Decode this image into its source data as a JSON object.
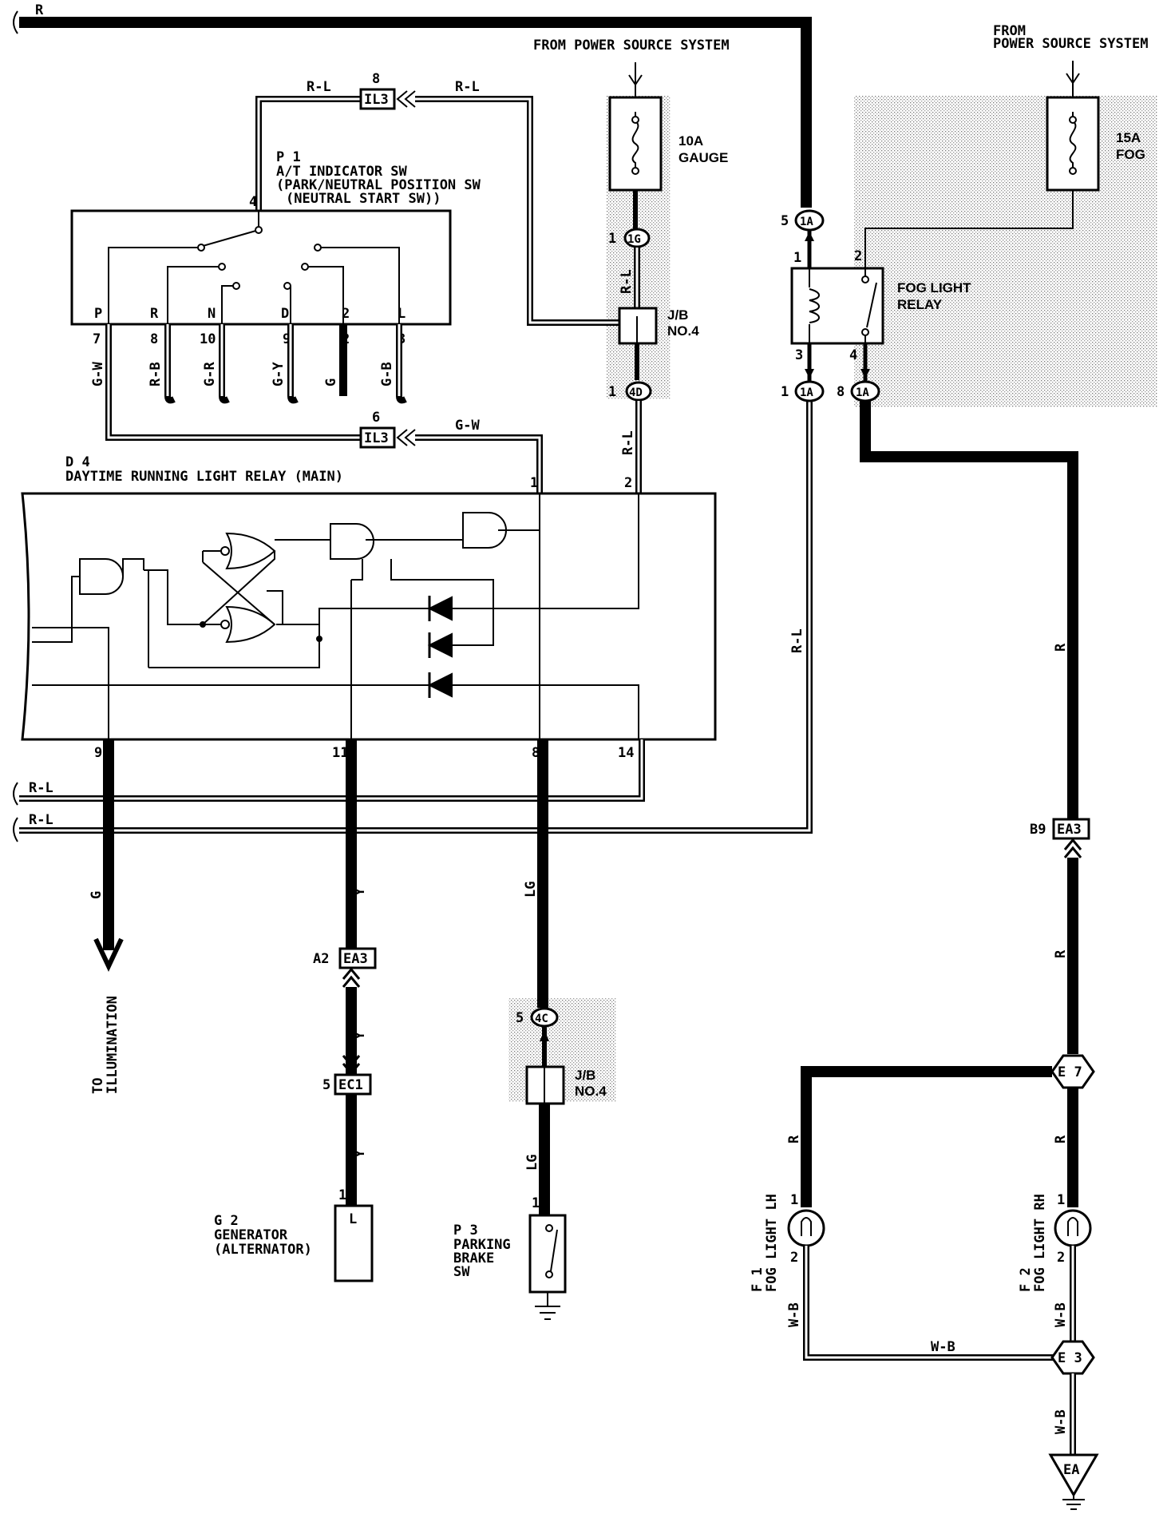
{
  "labels": {
    "wire_r_top": "R",
    "power_source_left": "FROM POWER SOURCE SYSTEM",
    "power_source_right_1": "FROM",
    "power_source_right_2": "POWER SOURCE SYSTEM",
    "fuse_gauge_amp": "10A",
    "fuse_gauge_name": "GAUGE",
    "fuse_fog_amp": "15A",
    "fuse_fog_name": "FOG",
    "rl_top_left": "R-L",
    "rl_top_right": "R-L",
    "il3_pin_top": "8",
    "il3": "IL3",
    "p1_id": "P 1",
    "p1_name1": "A/T INDICATOR SW",
    "p1_name2": "(PARK/NEUTRAL POSITION SW",
    "p1_name3": "(NEUTRAL START SW))",
    "p1_pin4": "4",
    "sw_P": "P",
    "sw_R": "R",
    "sw_N": "N",
    "sw_D": "D",
    "sw_2": "2",
    "sw_L": "L",
    "pin_7": "7",
    "pin_8": "8",
    "pin_10": "10",
    "pin_9": "9",
    "pin_2": "2",
    "pin_3": "3",
    "wire_gw": "G-W",
    "wire_rb": "R-B",
    "wire_gr": "G-R",
    "wire_gy": "G-Y",
    "wire_g": "G",
    "wire_gb": "G-B",
    "il3_pin_mid": "6",
    "wire_gw2": "G-W",
    "conn_1g_pin": "1",
    "conn_1g": "1G",
    "wire_rl_jb": "R-L",
    "jb_top_1": "J/B",
    "jb_top_2": "NO.4",
    "conn_4d_pin": "1",
    "conn_4d": "4D",
    "wire_rl_d4": "R-L",
    "d4_id": "D 4",
    "d4_name": "DAYTIME RUNNING LIGHT RELAY (MAIN)",
    "d4_pin1": "1",
    "d4_pin2": "2",
    "d4_pin9": "9",
    "d4_pin11": "11",
    "d4_pin8": "8",
    "d4_pin14": "14",
    "wire_rl_a": "R-L",
    "wire_rl_b": "R-L",
    "wire_g_illum": "G",
    "illum_1": "TO",
    "illum_2": "ILLUMINATION",
    "wire_y1": "Y",
    "ea3_a2_pin": "A2",
    "ea3": "EA3",
    "wire_y2": "Y",
    "ec1_pin": "5",
    "ec1": "EC1",
    "wire_y3": "Y",
    "g2_pin": "1",
    "g2_term": "L",
    "g2_id": "G 2",
    "g2_name1": "GENERATOR",
    "g2_name2": "(ALTERNATOR)",
    "wire_lg1": "LG",
    "conn_4c_pin": "5",
    "conn_4c": "4C",
    "jb_bot_1": "J/B",
    "jb_bot_2": "NO.4",
    "wire_lg2": "LG",
    "p3_pin": "1",
    "p3_id": "P 3",
    "p3_name1": "PARKING",
    "p3_name2": "BRAKE",
    "p3_name3": "SW",
    "conn_1a_top_pin": "5",
    "conn_1a": "1A",
    "relay_pin1": "1",
    "relay_pin2": "2",
    "relay_pin3": "3",
    "relay_pin4": "4",
    "relay_name1": "FOG LIGHT",
    "relay_name2": "RELAY",
    "conn_1a_b1_pin": "1",
    "conn_1a_b8_pin": "8",
    "wire_rl_long": "R-L",
    "wire_r_mid": "R",
    "ea3_b9_pin": "B9",
    "ea3_b": "EA3",
    "wire_r_low": "R",
    "e7": "E 7",
    "wire_r_lh": "R",
    "wire_r_rh": "R",
    "f1_pin1": "1",
    "f1_pin2": "2",
    "f1_id": "F 1",
    "f1_name": "FOG LIGHT LH",
    "f2_pin1": "1",
    "f2_pin2": "2",
    "f2_id": "F 2",
    "f2_name": "FOG LIGHT RH",
    "wire_wb_lh": "W-B",
    "wire_wb_h": "W-B",
    "wire_wb_rh": "W-B",
    "e3": "E 3",
    "wire_wb_gnd": "W-B",
    "ea_gnd": "EA"
  }
}
